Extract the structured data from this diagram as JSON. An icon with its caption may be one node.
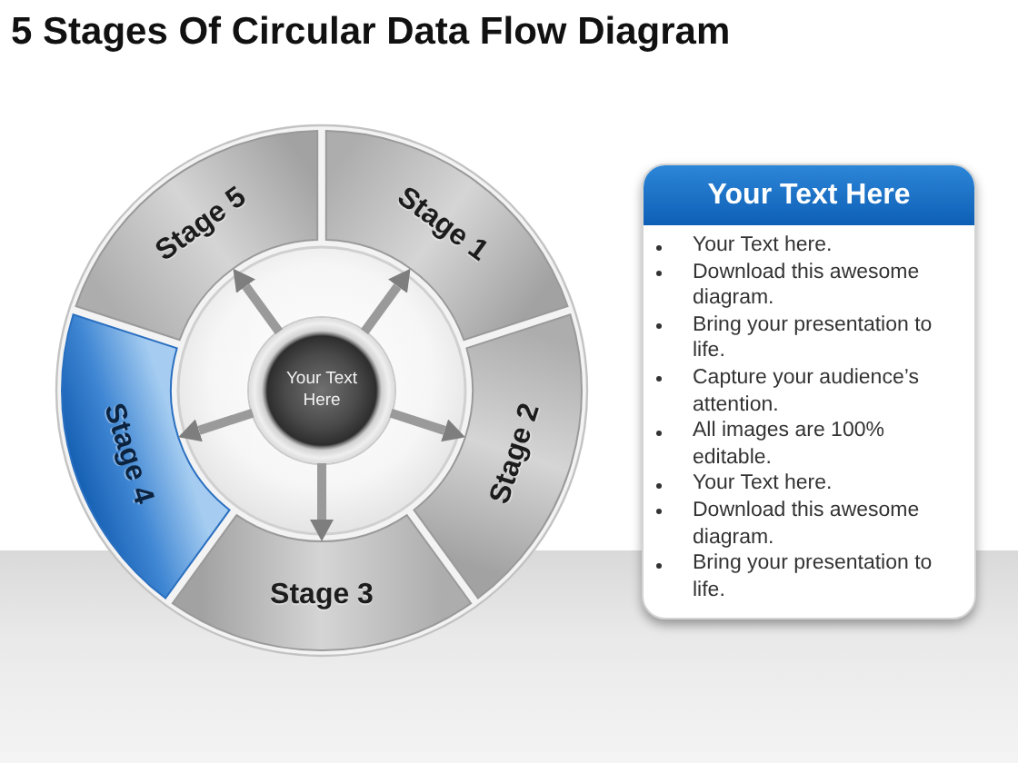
{
  "diagram": {
    "title": "5 Stages Of Circular Data Flow Diagram",
    "nodes": [
      {
        "text": [
          "Your Text Here"
        ]
      },
      {
        "text": [
          "Stage 1"
        ]
      },
      {
        "text": [
          "Stage 2"
        ]
      },
      {
        "text": [
          "Stage 3"
        ]
      },
      {
        "text": [
          "Stage 4"
        ]
      },
      {
        "text": [
          "Stage 5"
        ]
      },
      {
        "text": [
          "Your Text Here",
          "Your Text here.",
          "Download this awesome diagram.",
          "Bring your presentation to life.",
          "Capture your audience’s attention.",
          "All images are 100% editable.",
          "Your Text here.",
          "Download this awesome diagram.",
          "Bring your presentation to life."
        ]
      }
    ],
    "edges": [
      {
        "from": 0,
        "to": 1,
        "arrow": "to"
      },
      {
        "from": 0,
        "to": 2,
        "arrow": "to"
      },
      {
        "from": 0,
        "to": 3,
        "arrow": "to"
      },
      {
        "from": 0,
        "to": 4,
        "arrow": "to"
      },
      {
        "from": 0,
        "to": 5,
        "arrow": "to"
      }
    ]
  }
}
